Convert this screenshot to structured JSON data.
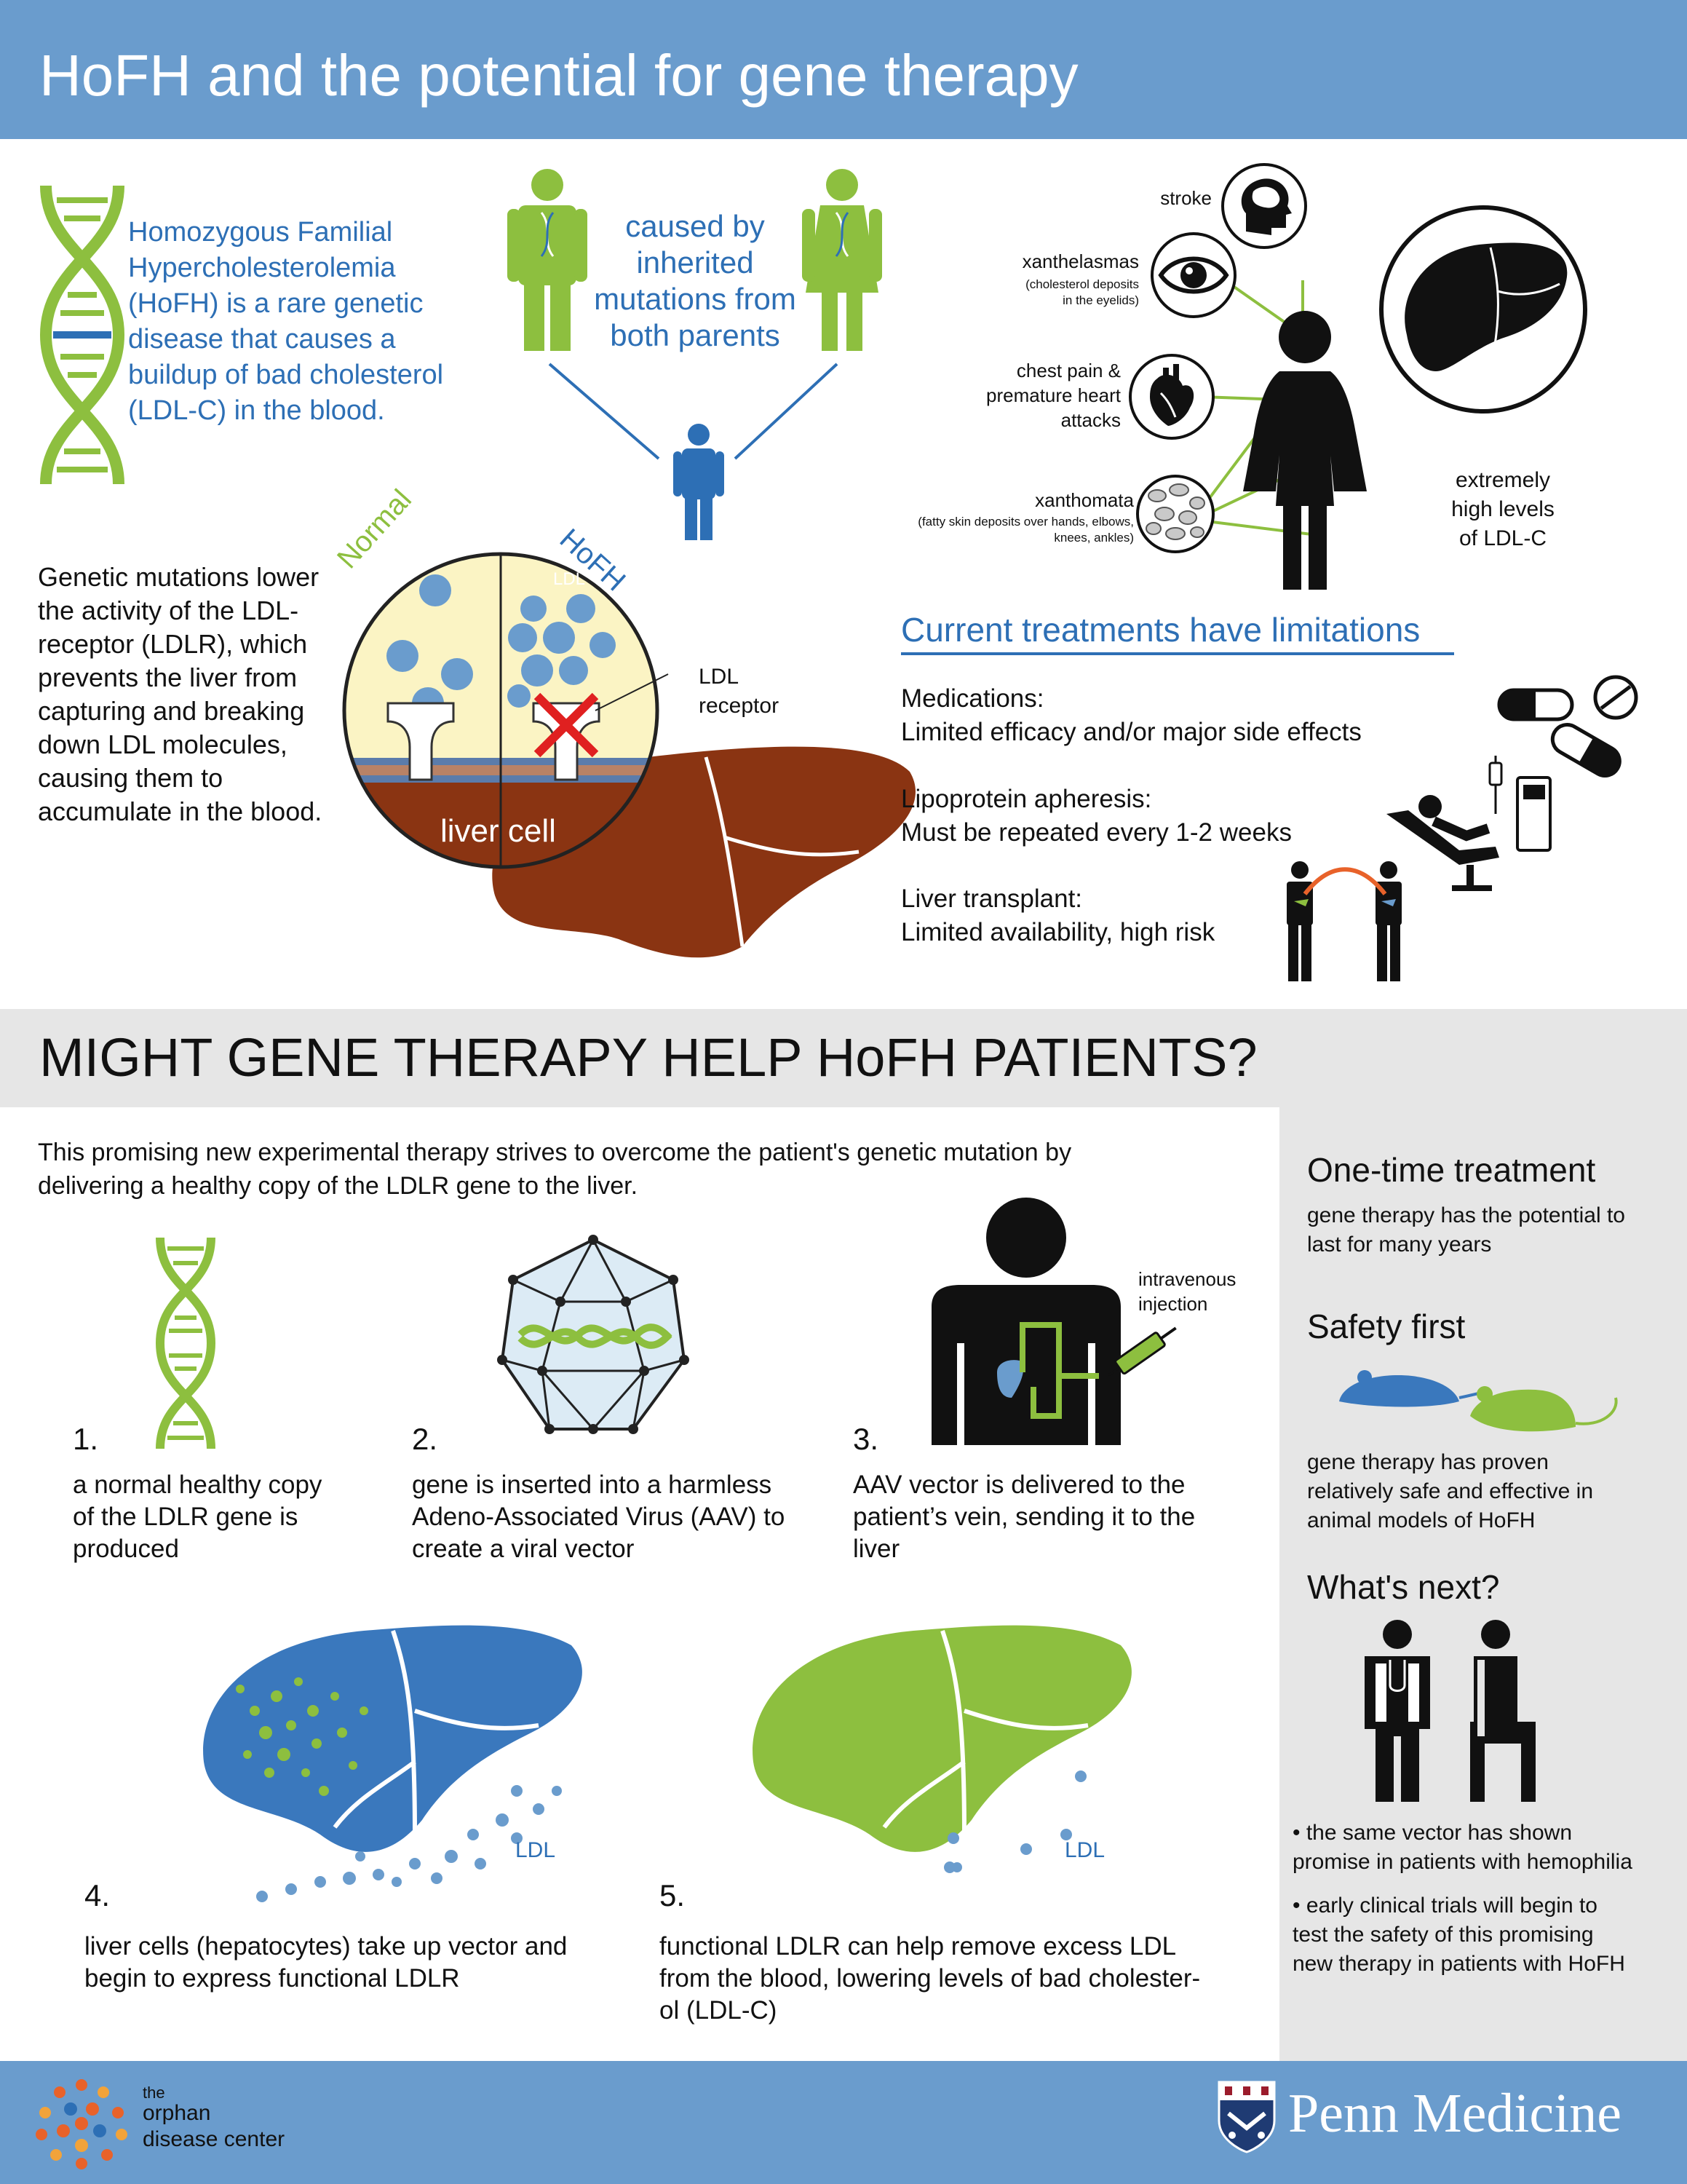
{
  "header": {
    "title": "HoFH and the potential for gene therapy"
  },
  "intro": {
    "description": "Homozygous Familial Hypercholesterolemia (HoFH) is a rare genetic disease that causes a buildup of bad cholesterol (LDL-C) in the blood.",
    "inheritance": "caused by inherited mutations from both parents",
    "mechanism": "Genetic mutations lower the activity of the LDL-receptor (LDLR), which prevents the liver from capturing and breaking down LDL molecules, causing them to accumulate in the blood."
  },
  "cell_diagram": {
    "normal_label": "Normal",
    "hofh_label": "HoFH",
    "ldl_label": "LDL",
    "receptor_label": "LDL receptor",
    "cell_label": "liver cell"
  },
  "symptoms": {
    "stroke": "stroke",
    "xanthelasmas": "xanthelasmas",
    "xanthelasmas_note": "(cholesterol deposits in the eyelids)",
    "chest_pain": "chest pain & premature heart attacks",
    "xanthomata": "xanthomata",
    "xanthomata_note": "(fatty skin deposits over hands, elbows, knees, ankles)",
    "ldl_levels": "extremely high levels of LDL-C"
  },
  "treatments": {
    "title": "Current treatments have limitations",
    "items": [
      {
        "name": "Medications:",
        "detail": "Limited efficacy and/or major side effects"
      },
      {
        "name": "Lipoprotein apheresis:",
        "detail": "Must be repeated every 1-2 weeks"
      },
      {
        "name": "Liver transplant:",
        "detail": "Limited availability, high risk"
      }
    ]
  },
  "section2": {
    "title": "MIGHT GENE THERAPY HELP HoFH PATIENTS?",
    "intro": "This promising new experimental therapy strives to overcome the patient's genetic mutation by delivering a healthy copy of the LDLR gene to the liver."
  },
  "steps": [
    {
      "num": "1.",
      "text": "a normal healthy copy of the LDLR gene is produced"
    },
    {
      "num": "2.",
      "text": "gene is inserted into a harmless Adeno-Associated Virus (AAV) to create a viral vector"
    },
    {
      "num": "3.",
      "text": "AAV vector is delivered to the patient’s vein, sending it to the liver"
    },
    {
      "num": "4.",
      "text": "liver cells (hepatocytes) take up vector and begin to express functional LDLR"
    },
    {
      "num": "5.",
      "text": "functional LDLR can help remove excess LDL from the blood, lowering levels of bad cholester-ol (LDL-C)"
    }
  ],
  "step_labels": {
    "injection": "intravenous injection",
    "ldl_4": "LDL",
    "ldl_5": "LDL"
  },
  "sidebar": {
    "one_time_title": "One-time treatment",
    "one_time_text": "gene therapy has the potential to last for many years",
    "safety_title": "Safety first",
    "safety_text": "gene therapy has proven relatively safe and effective in animal models of HoFH",
    "next_title": "What's next?",
    "bullets": [
      "• the same vector has shown promise in patients with hemophilia",
      "• early clinical trials will begin to test the safety of this promising new therapy in patients with HoFH"
    ]
  },
  "footer": {
    "odc_the": "the",
    "odc_orphan": "orphan",
    "odc_disease": "disease center",
    "penn": "Penn Medicine"
  },
  "colors": {
    "header_blue": "#6a9ccd",
    "text_blue": "#2d6fb5",
    "green": "#8dbf3f",
    "liver_brown": "#8a3412",
    "liver_blue": "#3a78bd",
    "gray_band": "#e6e6e6"
  }
}
